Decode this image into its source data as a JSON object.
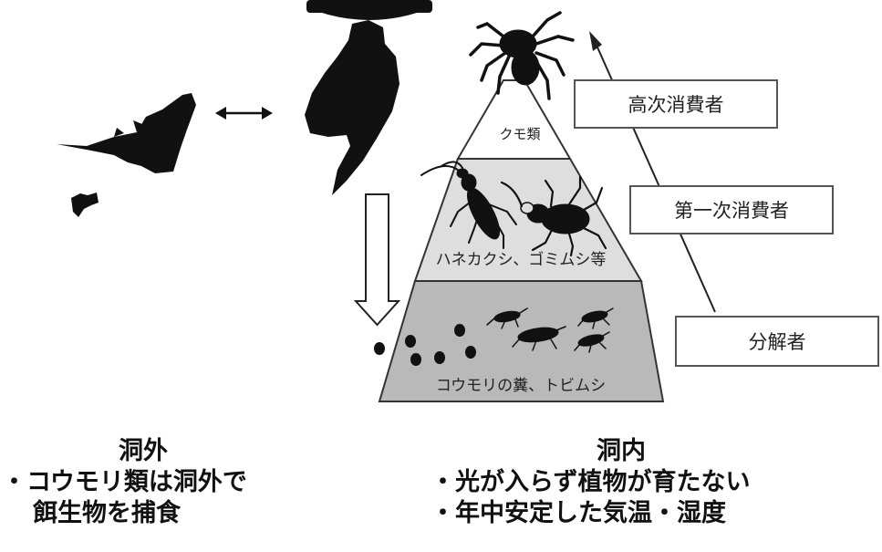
{
  "pyramid": {
    "top_label": "クモ類",
    "middle_label": "ハネカクシ、ゴミムシ等",
    "bottom_label": "コウモリの糞、トビムシ"
  },
  "levels": {
    "high": "高次消費者",
    "primary": "第一次消費者",
    "decomposer": "分解者"
  },
  "outside": {
    "title": "洞外",
    "line1": "・コウモリ類は洞外で",
    "line2": "餌生物を捕食"
  },
  "inside": {
    "title": "洞内",
    "line1": "・光が入らず植物が育たない",
    "line2": "・年中安定した気温・湿度"
  },
  "colors": {
    "top_tier": "#ffffff",
    "middle_tier": "#dedede",
    "bottom_tier": "#b9b9b9",
    "silhouette": "#111111"
  }
}
